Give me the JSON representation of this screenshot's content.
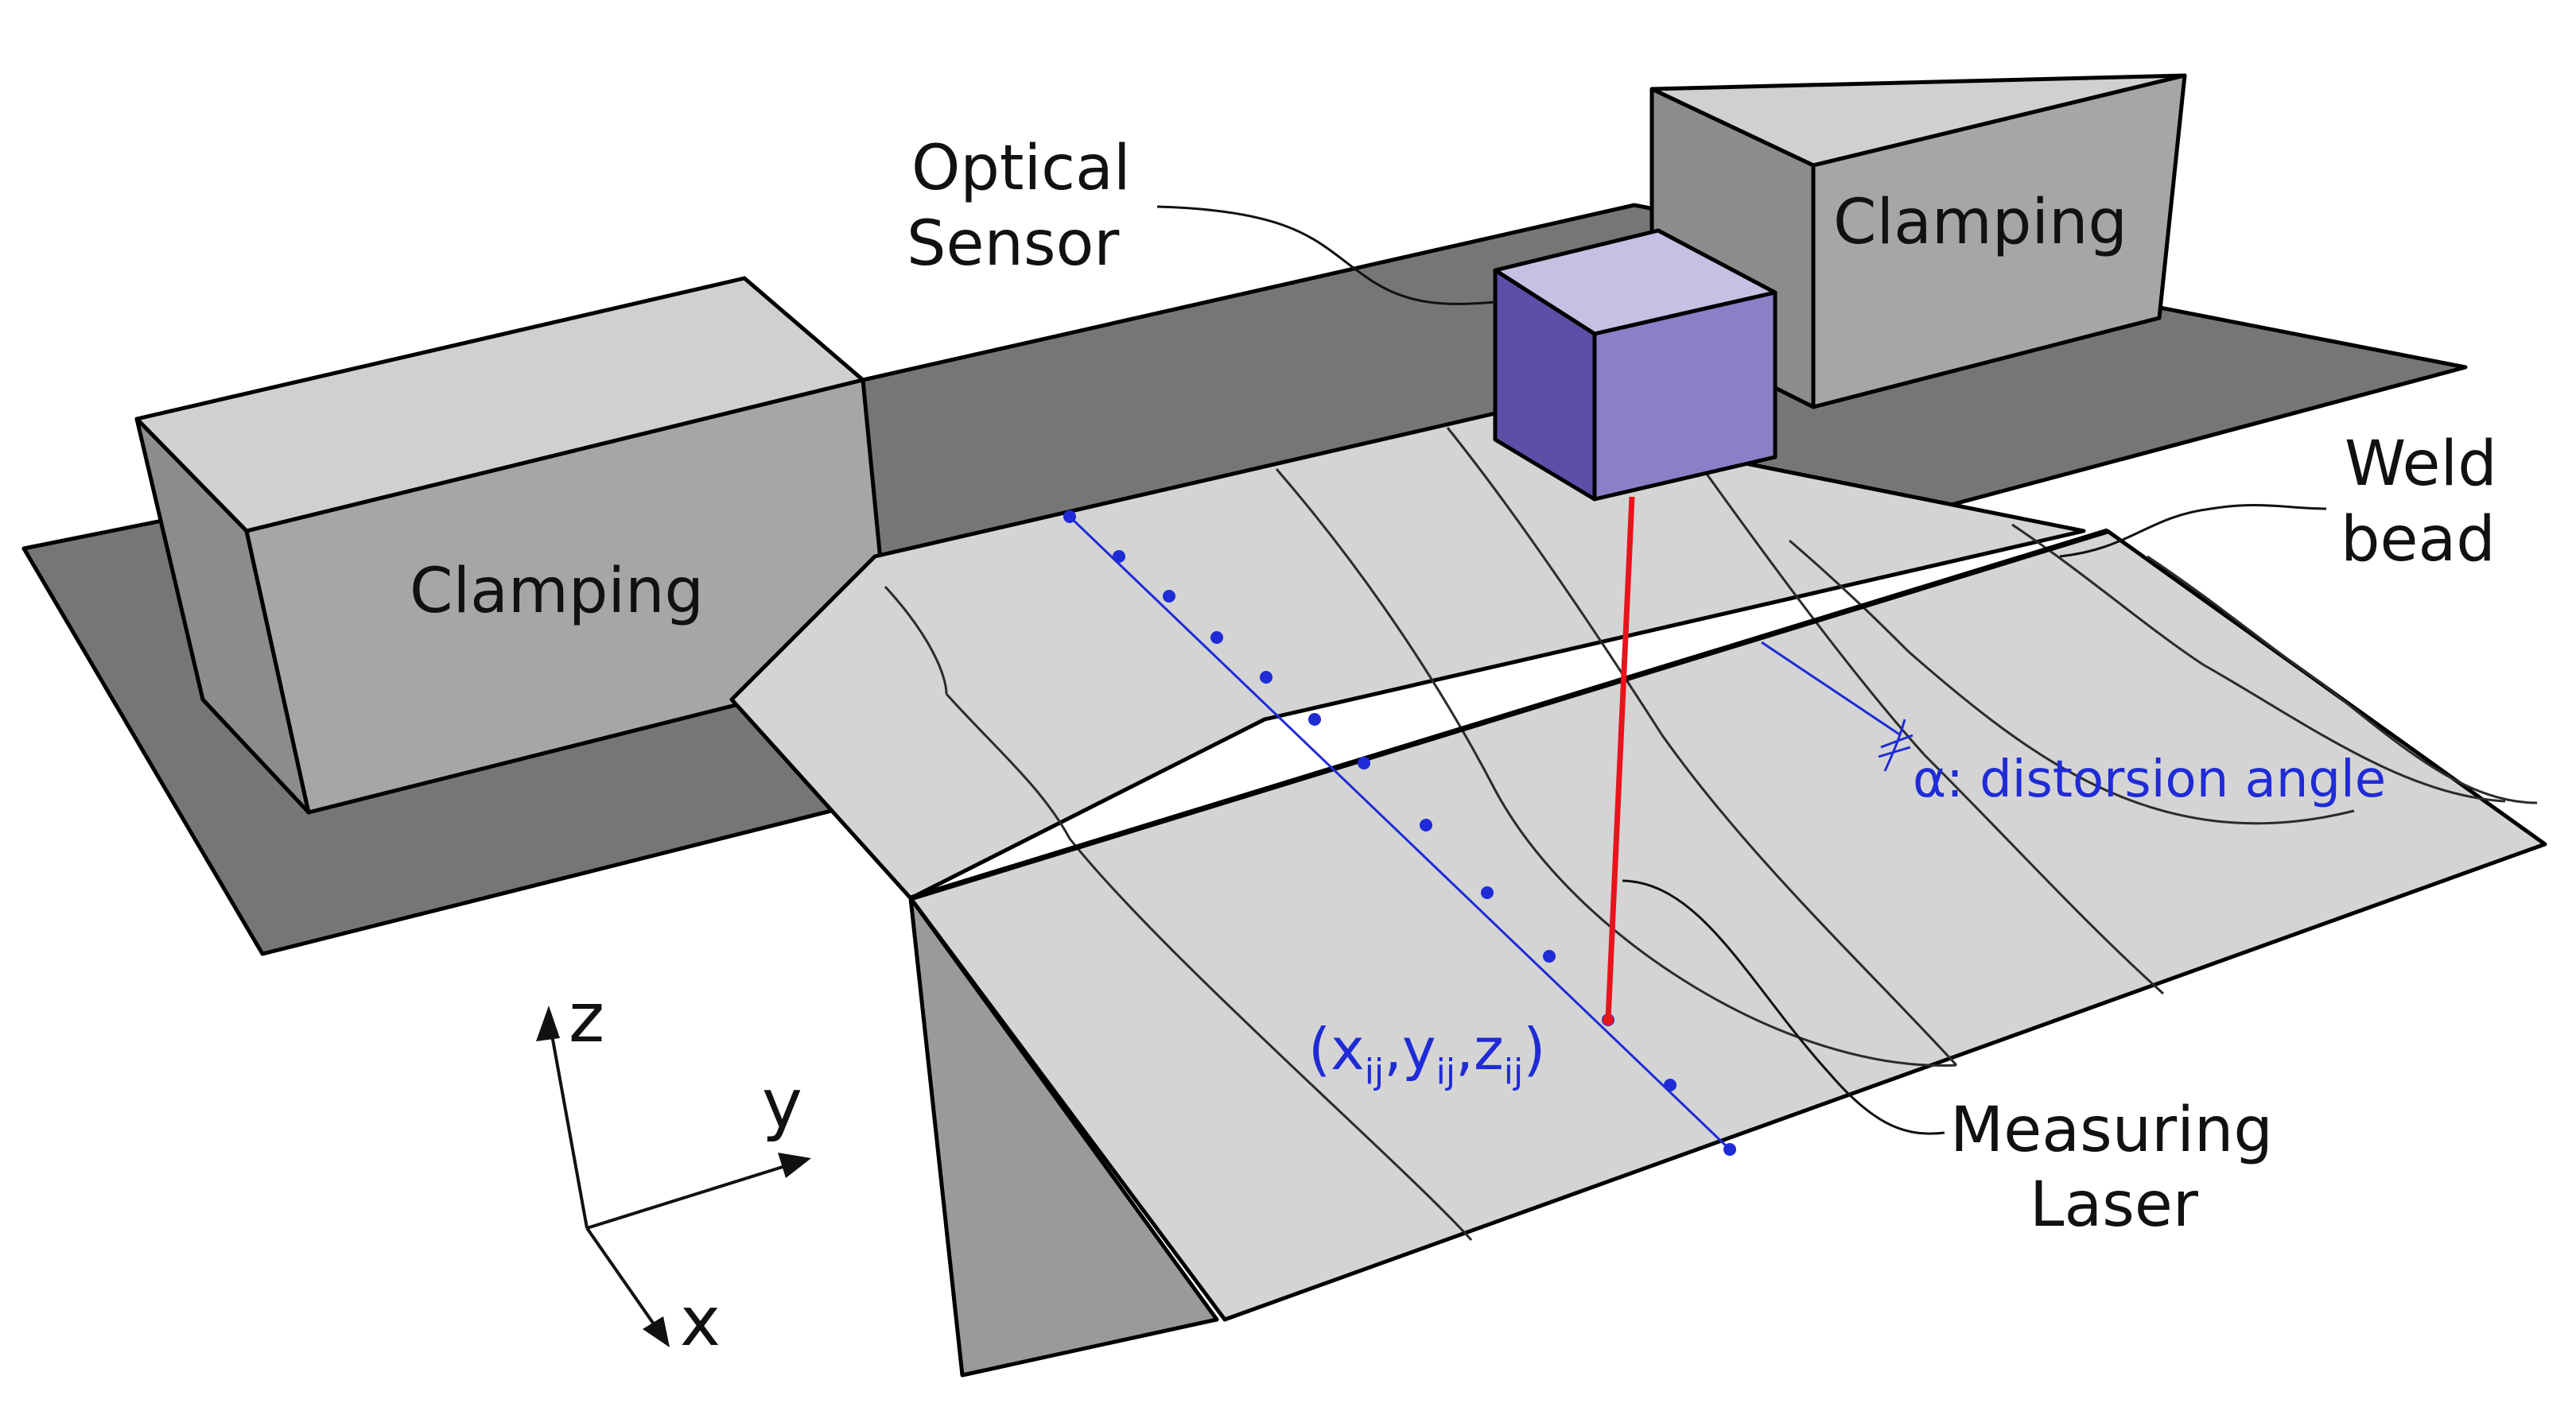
{
  "labels": {
    "optical_sensor_line1": "Optical",
    "optical_sensor_line2": "Sensor",
    "clamping_left": "Clamping",
    "clamping_right": "Clamping",
    "weld_bead_line1": "Weld",
    "weld_bead_line2": "bead",
    "distortion_angle": "α: distorsion angle",
    "measuring_laser_line1": "Measuring",
    "measuring_laser_line2": "Laser",
    "point_open": "(",
    "point_x": "x",
    "point_y": "y",
    "point_z": "z",
    "point_sub": "ij",
    "point_comma": ",",
    "point_close": ")"
  },
  "axes": {
    "z": "z",
    "y": "y",
    "x": "x"
  },
  "colors": {
    "laser": "#e8141c",
    "measurement": "#1f2bd6",
    "sensor_front": "#5b4fa8",
    "sensor_side": "#8a80c8",
    "sensor_top": "#c4c1e2",
    "plate": "#d4d4d4",
    "base_dark": "#767676",
    "clamp_light": "#cfcfcf",
    "clamp_mid": "#a4a4a4",
    "clamp_dark": "#8a8a8a"
  }
}
